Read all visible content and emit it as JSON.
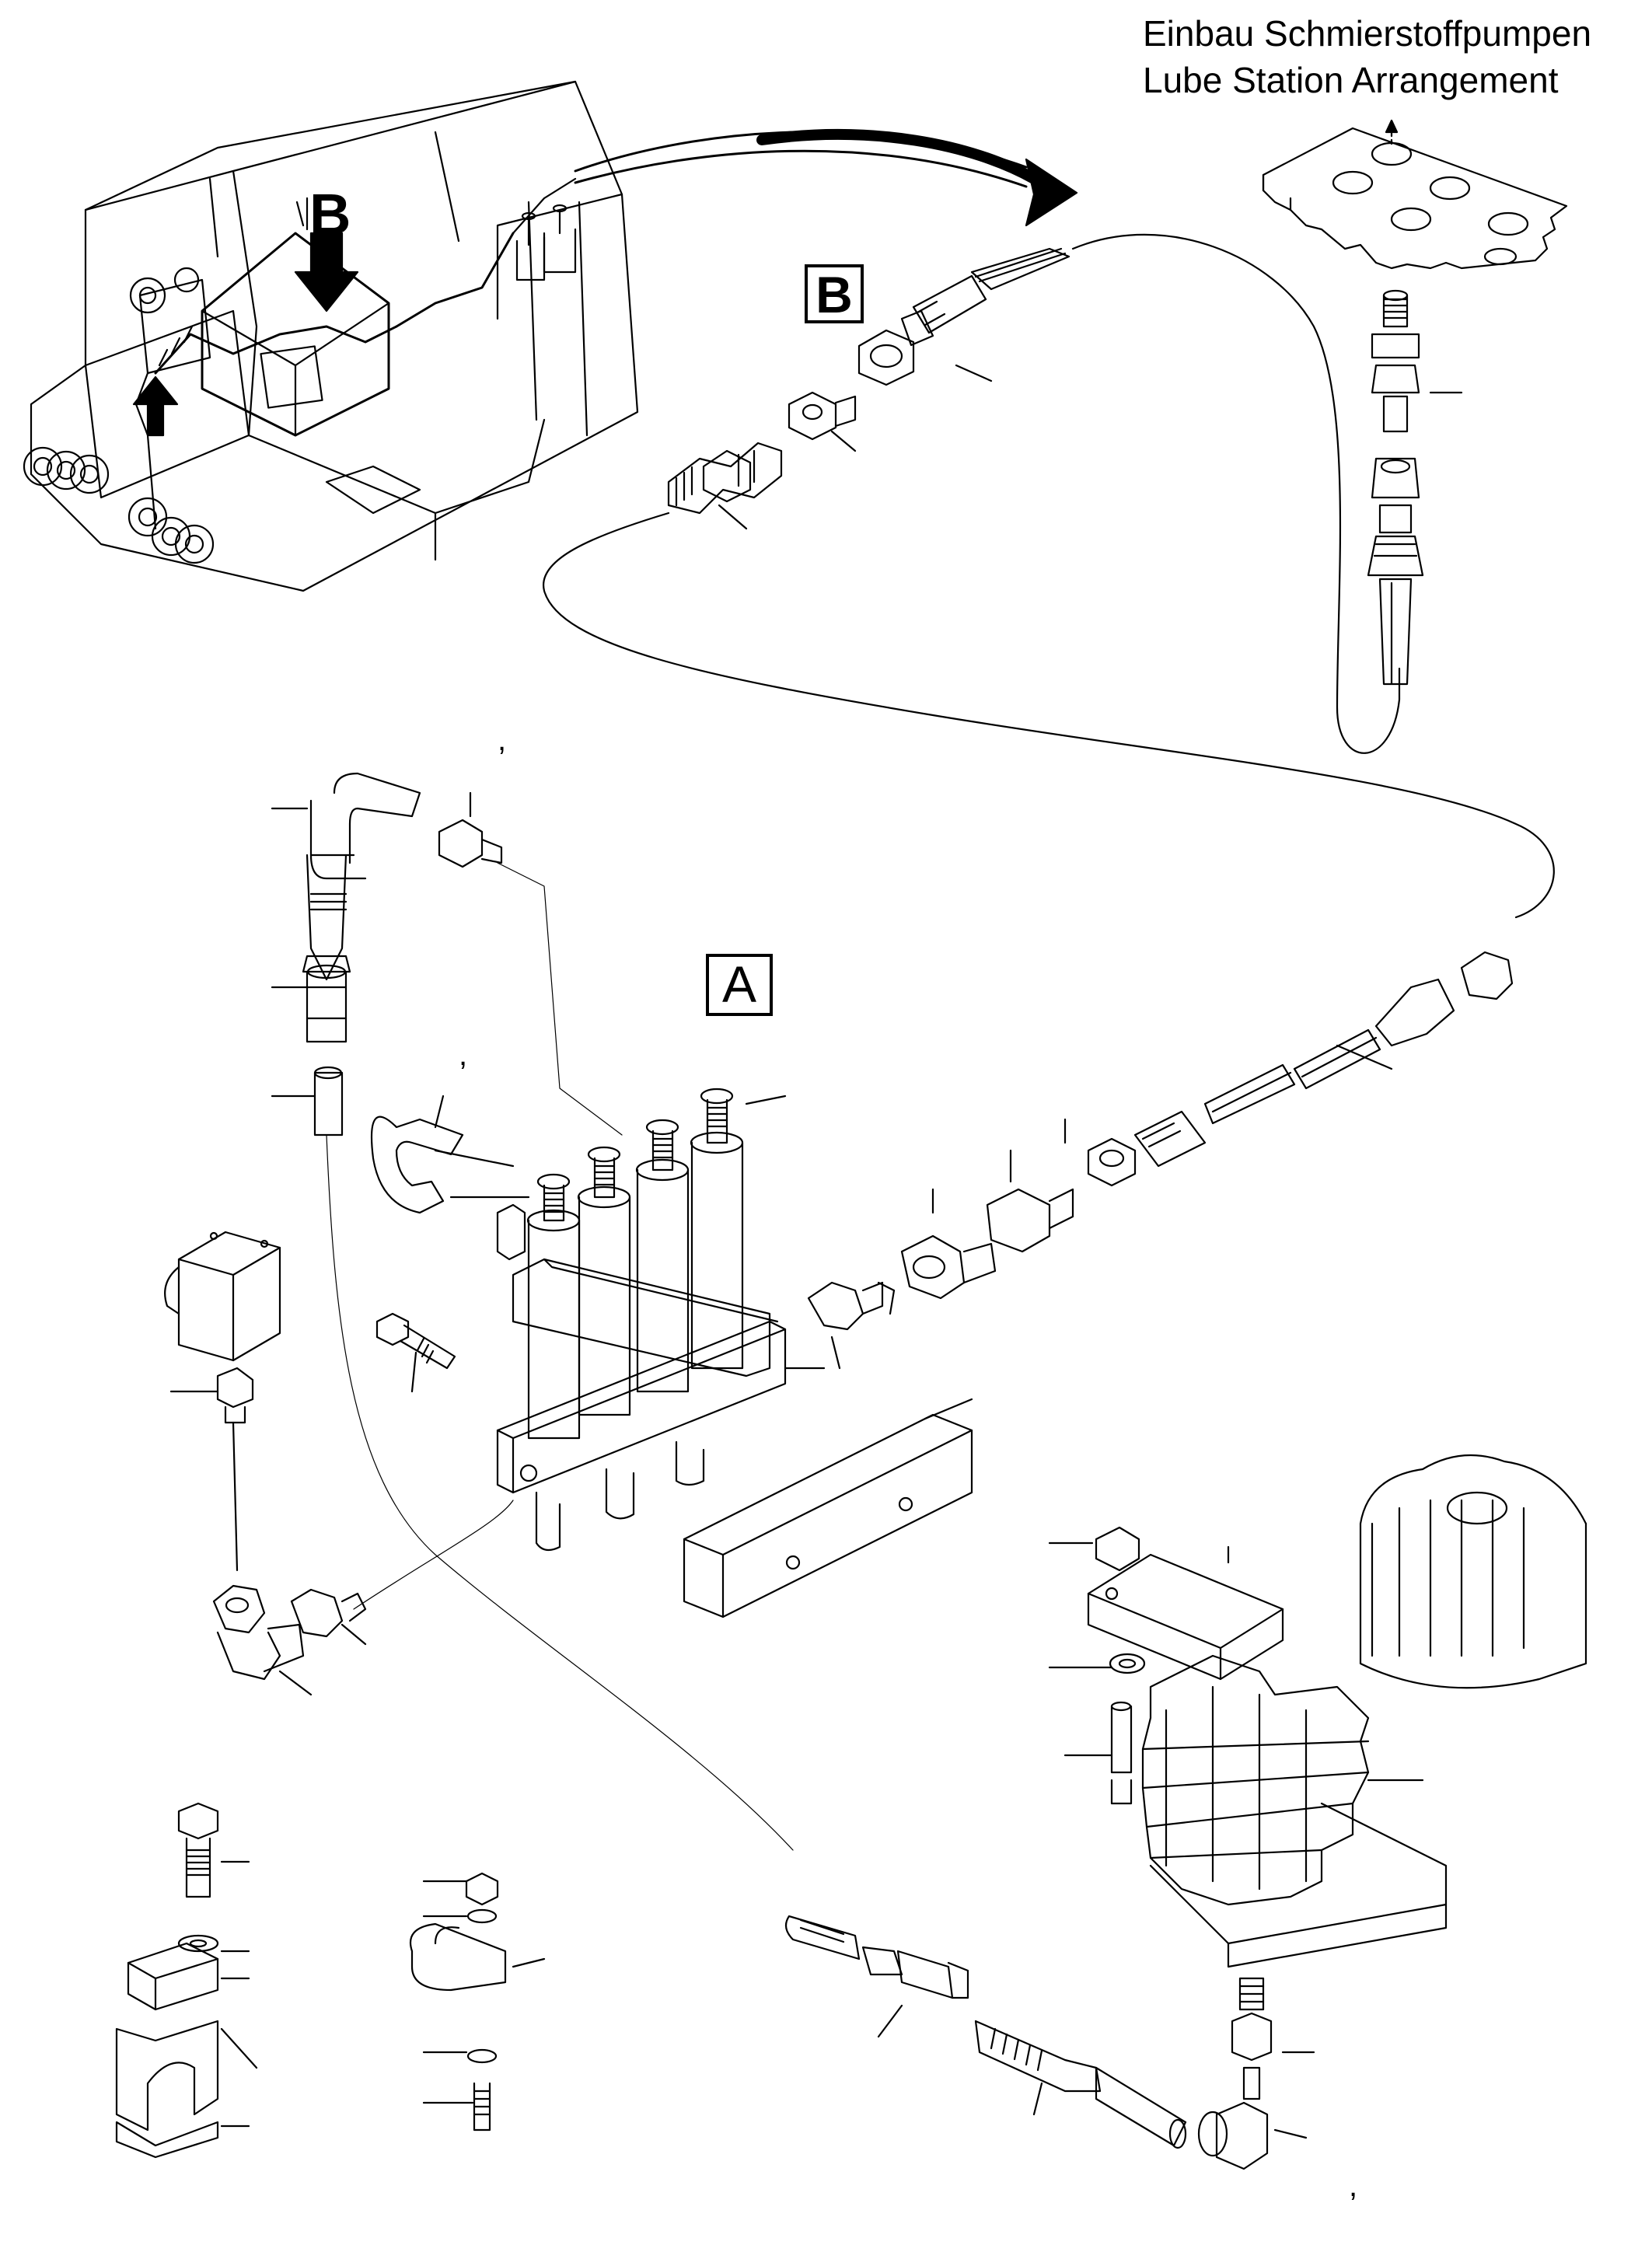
{
  "title": {
    "german": "Einbau Schmierstoffpumpen",
    "english": "Lube Station Arrangement"
  },
  "callouts": {
    "detail_b": "B",
    "detail_a": "A",
    "machine_view_b": "B"
  },
  "marks": {
    "tick_1": ",",
    "tick_2": ",",
    "tick_3": ","
  },
  "colors": {
    "line": "#000000",
    "background": "#ffffff"
  }
}
